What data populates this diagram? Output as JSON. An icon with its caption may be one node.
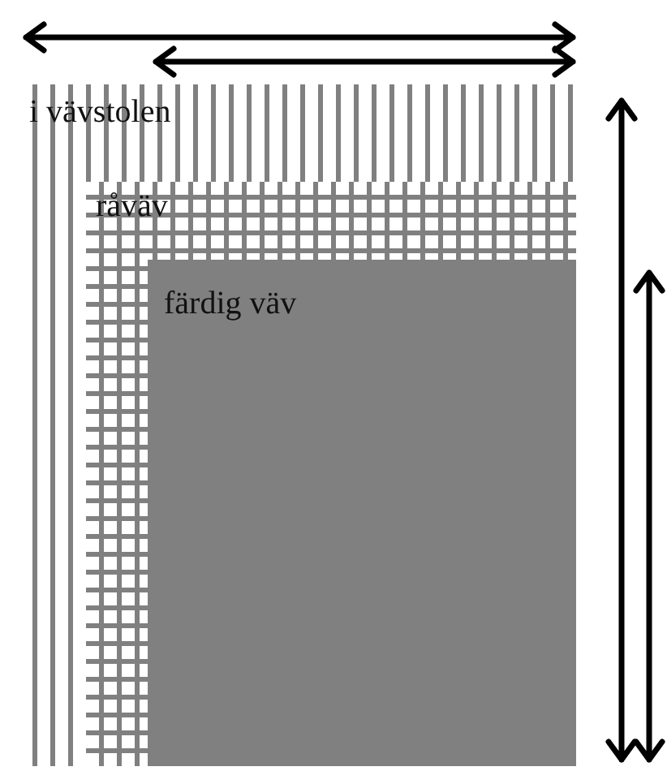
{
  "diagram": {
    "nodes": [
      {
        "text": [
          "i vävstolen"
        ]
      },
      {
        "text": [
          "råväv"
        ],
        "in": 0
      },
      {
        "text": [
          "färdig väv"
        ],
        "in": 1
      }
    ]
  }
}
